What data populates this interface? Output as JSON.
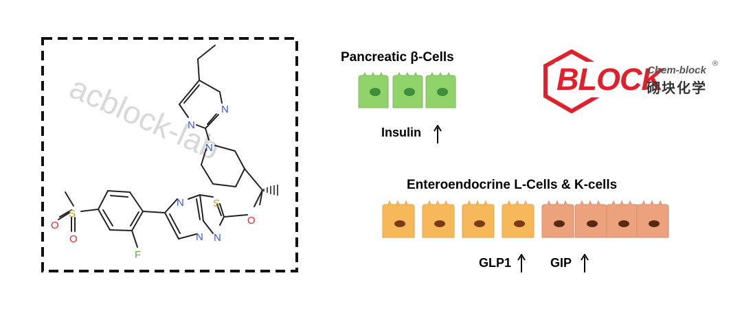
{
  "molecule": {
    "watermark": "acblock-lab",
    "atoms": {
      "n_pyrim_right": "N",
      "n_pyrim_left": "N",
      "n_piperidine": "N",
      "n_imidazole": "N",
      "s_thiadiazole": "S",
      "n_bridge": "N",
      "n_thiadiazole": "N",
      "o_ether": "O",
      "s_sulfonyl": "S",
      "o_sulfonyl_top": "O",
      "o_sulfonyl_bottom": "O",
      "f_fluoro": "F"
    }
  },
  "pancreatic": {
    "title": "Pancreatic β-Cells",
    "insulin_label": "Insulin"
  },
  "enteroendocrine": {
    "title": "Enteroendocrine L-Cells & K-cells",
    "glp1_label": "GLP1",
    "gip_label": "GIP"
  },
  "logo": {
    "brand": "BLOCK",
    "name_en": "Chem-block",
    "registered": "®",
    "name_cn": "砌块化学",
    "color": "#e0202a"
  },
  "colors": {
    "beta_cell": "#8fd36a",
    "beta_nucleus": "#3f8f3a",
    "l_cell": "#f7b85a",
    "k_cell": "#eda27e",
    "nucleus_dark": "#7a3a14",
    "nitrogen": "#3355ee",
    "oxygen": "#ee2222",
    "sulfur": "#b8a020",
    "fluorine": "#55bb33"
  }
}
